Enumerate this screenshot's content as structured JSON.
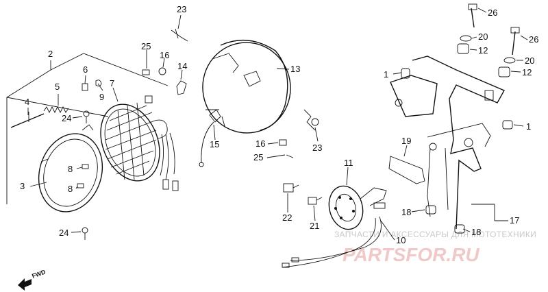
{
  "callouts": {
    "n1a": "1",
    "n1b": "1",
    "n2": "2",
    "n3": "3",
    "n4": "4",
    "n5": "5",
    "n6": "6",
    "n7": "7",
    "n8a": "8",
    "n8b": "8",
    "n9": "9",
    "n10": "10",
    "n11": "11",
    "n12a": "12",
    "n12b": "12",
    "n13": "13",
    "n14": "14",
    "n15": "15",
    "n16a": "16",
    "n16b": "16",
    "n17": "17",
    "n18a": "18",
    "n18b": "18",
    "n19": "19",
    "n20a": "20",
    "n20b": "20",
    "n21": "21",
    "n22": "22",
    "n23a": "23",
    "n23b": "23",
    "n24a": "24",
    "n24b": "24",
    "n25a": "25",
    "n25b": "25",
    "n26a": "26",
    "n26b": "26"
  },
  "fwd_label": "FWD",
  "watermark": {
    "line1": "ЗАПЧАСТИ И АКСЕССУАРЫ ДЛЯ МОТОТЕХНИКИ",
    "line2": "PARTSFOR.RU"
  },
  "colors": {
    "ink": "#111111",
    "watermark_text": "#c9c9c9",
    "watermark_logo": "#f0c8c8"
  }
}
